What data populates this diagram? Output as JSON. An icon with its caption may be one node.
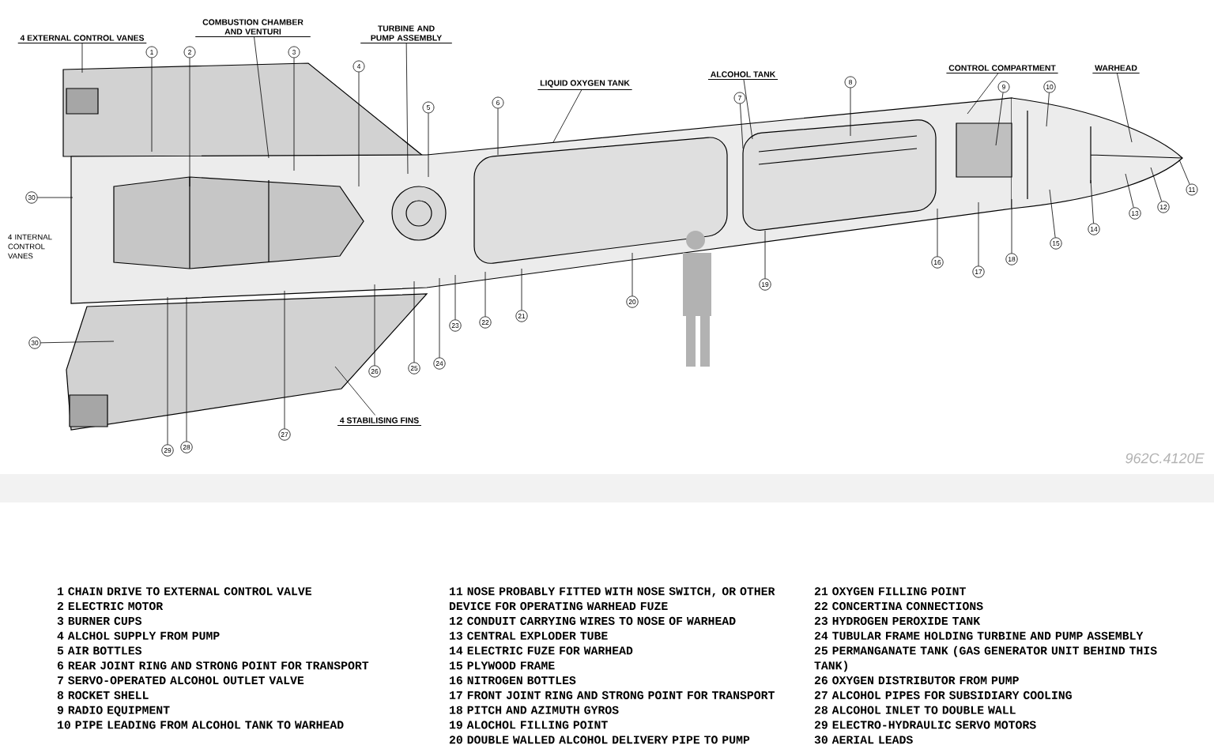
{
  "diagram": {
    "nodes": [
      {
        "text": [
          "4 EXTERNAL CONTROL VANES"
        ]
      },
      {
        "text": [
          "COMBUSTION CHAMBER AND VENTURI"
        ]
      },
      {
        "text": [
          "TURBINE AND PUMP ASSEMBLY"
        ]
      },
      {
        "text": [
          "LIQUID OXYGEN TANK"
        ]
      },
      {
        "text": [
          "ALCOHOL TANK"
        ]
      },
      {
        "text": [
          "CONTROL COMPARTMENT"
        ]
      },
      {
        "text": [
          "WARHEAD"
        ]
      },
      {
        "text": [
          "4 STABILISING FINS"
        ]
      },
      {
        "text": [
          "1"
        ]
      },
      {
        "text": [
          "2"
        ]
      },
      {
        "text": [
          "3"
        ]
      },
      {
        "text": [
          "4"
        ]
      },
      {
        "text": [
          "5"
        ]
      },
      {
        "text": [
          "6"
        ]
      },
      {
        "text": [
          "7"
        ]
      },
      {
        "text": [
          "8"
        ]
      },
      {
        "text": [
          "9"
        ]
      },
      {
        "text": [
          "10"
        ]
      },
      {
        "text": [
          "11"
        ]
      },
      {
        "text": [
          "12"
        ]
      },
      {
        "text": [
          "13"
        ]
      },
      {
        "text": [
          "14"
        ]
      },
      {
        "text": [
          "15"
        ]
      },
      {
        "text": [
          "16"
        ]
      },
      {
        "text": [
          "17"
        ]
      },
      {
        "text": [
          "18"
        ]
      },
      {
        "text": [
          "19"
        ]
      },
      {
        "text": [
          "20"
        ]
      },
      {
        "text": [
          "21"
        ]
      },
      {
        "text": [
          "22"
        ]
      },
      {
        "text": [
          "23"
        ]
      },
      {
        "text": [
          "24"
        ]
      },
      {
        "text": [
          "25"
        ]
      },
      {
        "text": [
          "26"
        ]
      },
      {
        "text": [
          "27"
        ]
      },
      {
        "text": [
          "28"
        ]
      },
      {
        "text": [
          "29"
        ]
      },
      {
        "text": [
          "30"
        ]
      },
      {
        "text": [
          "30"
        ]
      }
    ],
    "edges": [
      {
        "from": 0,
        "to": null,
        "arrow": "none"
      },
      {
        "from": 1,
        "to": null,
        "arrow": "none"
      },
      {
        "from": 2,
        "to": null,
        "arrow": "none"
      },
      {
        "from": 3,
        "to": null,
        "arrow": "none"
      },
      {
        "from": 4,
        "to": null,
        "arrow": "none"
      },
      {
        "from": 5,
        "to": null,
        "arrow": "none"
      },
      {
        "from": 6,
        "to": null,
        "arrow": "none"
      },
      {
        "from": 7,
        "to": null,
        "arrow": "none"
      },
      {
        "from": 8,
        "to": null,
        "arrow": "none"
      },
      {
        "from": 9,
        "to": null,
        "arrow": "none"
      },
      {
        "from": 10,
        "to": null,
        "arrow": "none"
      },
      {
        "from": 11,
        "to": null,
        "arrow": "none"
      },
      {
        "from": 12,
        "to": null,
        "arrow": "none"
      },
      {
        "from": 13,
        "to": null,
        "arrow": "none"
      },
      {
        "from": 14,
        "to": null,
        "arrow": "none"
      },
      {
        "from": 15,
        "to": null,
        "arrow": "none"
      },
      {
        "from": 16,
        "to": null,
        "arrow": "none"
      },
      {
        "from": 17,
        "to": null,
        "arrow": "none"
      },
      {
        "from": 18,
        "to": null,
        "arrow": "none"
      },
      {
        "from": 19,
        "to": null,
        "arrow": "none"
      },
      {
        "from": 20,
        "to": null,
        "arrow": "none"
      },
      {
        "from": 21,
        "to": null,
        "arrow": "none"
      },
      {
        "from": 22,
        "to": null,
        "arrow": "none"
      },
      {
        "from": 23,
        "to": null,
        "arrow": "none"
      },
      {
        "from": 24,
        "to": null,
        "arrow": "none"
      },
      {
        "from": 25,
        "to": null,
        "arrow": "none"
      },
      {
        "from": 26,
        "to": null,
        "arrow": "none"
      },
      {
        "from": 27,
        "to": null,
        "arrow": "none"
      },
      {
        "from": 28,
        "to": null,
        "arrow": "none"
      },
      {
        "from": 29,
        "to": null,
        "arrow": "none"
      },
      {
        "from": 30,
        "to": null,
        "arrow": "none"
      },
      {
        "from": 31,
        "to": null,
        "arrow": "none"
      },
      {
        "from": 32,
        "to": null,
        "arrow": "none"
      },
      {
        "from": 33,
        "to": null,
        "arrow": "none"
      },
      {
        "from": 34,
        "to": null,
        "arrow": "none"
      },
      {
        "from": 35,
        "to": null,
        "arrow": "none"
      },
      {
        "from": 36,
        "to": null,
        "arrow": "none"
      },
      {
        "from": 37,
        "to": null,
        "arrow": "none"
      },
      {
        "from": 38,
        "to": null,
        "arrow": "none"
      }
    ],
    "labels": [
      "4 INTERNAL CONTROL VANES",
      "1 CHAIN DRIVE TO EXTERNAL CONTROL VALVE",
      "2 ELECTRIC MOTOR",
      "3 BURNER CUPS",
      "4 ALCHOL SUPPLY FROM PUMP",
      "5 AIR BOTTLES",
      "6 REAR JOINT RING AND STRONG POINT FOR TRANSPORT",
      "7 SERVO-OPERATED ALCOHOL OUTLET VALVE",
      "8 ROCKET SHELL",
      "9 RADIO EQUIPMENT",
      "10 PIPE LEADING FROM ALCOHOL TANK TO WARHEAD",
      "11 NOSE PROBABLY FITTED WITH NOSE SWITCH, OR OTHER DEVICE FOR OPERATING WARHEAD FUZE",
      "12 CONDUIT CARRYING WIRES TO NOSE OF WARHEAD",
      "13 CENTRAL EXPLODER TUBE",
      "14 ELECTRIC FUZE FOR WARHEAD",
      "15 PLYWOOD FRAME",
      "16 NITROGEN BOTTLES",
      "17 FRONT JOINT RING AND STRONG POINT FOR TRANSPORT",
      "18 PITCH AND AZIMUTH GYROS",
      "19 ALOCHOL FILLING POINT",
      "20 DOUBLE WALLED ALCOHOL DELIVERY PIPE TO PUMP",
      "21 OXYGEN FILLING POINT",
      "22 CONCERTINA CONNECTIONS",
      "23 HYDROGEN PEROXIDE TANK",
      "24 TUBULAR FRAME HOLDING TURBINE AND PUMP ASSEMBLY",
      "25 PERMANGANATE TANK (GAS GENERATOR UNIT BEHIND THIS TANK)",
      "26 OXYGEN DISTRIBUTOR FROM PUMP",
      "27 ALCOHOL PIPES FOR SUBSIDIARY COOLING",
      "28 ALCOHOL INLET TO DOUBLE WALL",
      "29 ELECTRO-HYDRAULIC SERVO MOTORS",
      "30 AERIAL LEADS",
      "962C.4120E"
    ]
  }
}
